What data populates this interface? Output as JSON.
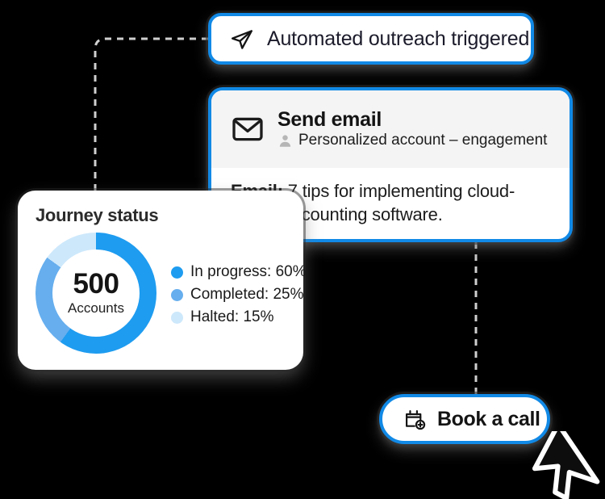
{
  "theme": {
    "accent_blue": "#1189e6",
    "segment_in_progress": "#1e9cf0",
    "segment_completed": "#66aeee",
    "segment_halted": "#cde8fb",
    "card_header_bg": "#f4f4f4",
    "background": "#000000",
    "connector": "#cfcfcf"
  },
  "outreach_pill": {
    "icon": "send-paper-plane-icon",
    "label": "Automated outreach triggered"
  },
  "email_card": {
    "icon": "envelope-icon",
    "title": "Send email",
    "audience_icon": "person-icon",
    "audience": "Personalized account – engagement",
    "body_label": "Email:",
    "body_text": " 7 tips for implementing cloud-based accounting software."
  },
  "journey_card": {
    "title": "Journey status",
    "center_value": "500",
    "center_label": "Accounts",
    "chart_data": {
      "type": "pie",
      "title": "Journey status",
      "categories": [
        "In progress",
        "Completed",
        "Halted"
      ],
      "values": [
        60,
        25,
        15
      ],
      "value_unit": "%",
      "total_label": "500",
      "total_sublabel": "Accounts",
      "colors": [
        "#1e9cf0",
        "#66aeee",
        "#cde8fb"
      ],
      "start_angle": 0,
      "direction": "clockwise",
      "donut_hole_ratio": 0.72,
      "legend_position": "right",
      "grid": false,
      "legend": [
        {
          "label": "In progress: 60%",
          "color": "#1e9cf0"
        },
        {
          "label": "Completed: 25%",
          "color": "#66aeee"
        },
        {
          "label": "Halted: 15%",
          "color": "#cde8fb"
        }
      ]
    }
  },
  "book_button": {
    "icon": "calendar-plus-icon",
    "label": "Book a call"
  },
  "cursor": {
    "icon": "mouse-pointer-icon"
  }
}
